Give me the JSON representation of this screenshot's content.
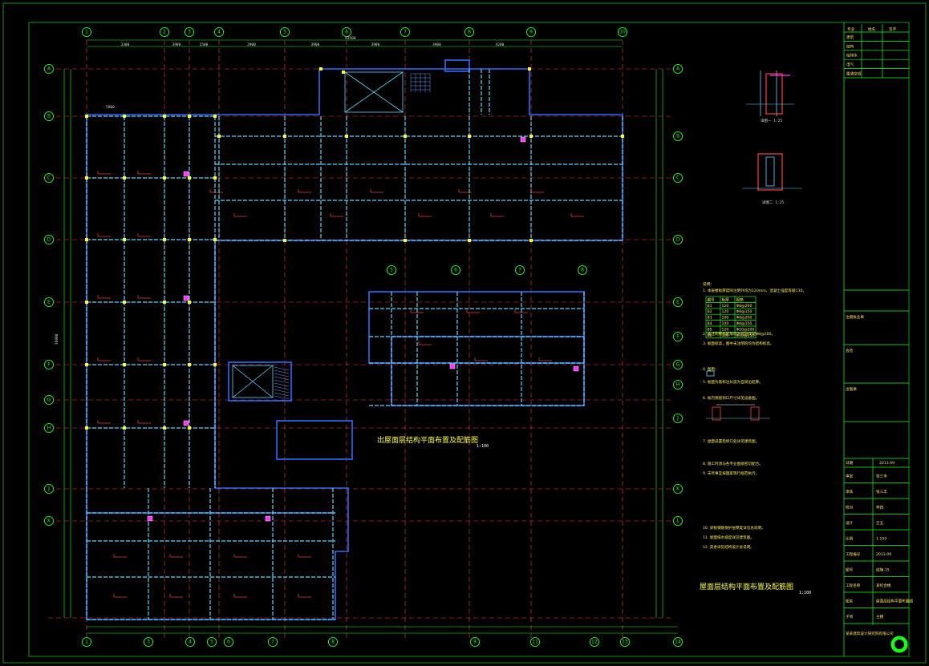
{
  "drawing": {
    "plan_titles": [
      "出屋面层结构平面布置及配筋图",
      "屋面层结构平面布置及配筋图"
    ],
    "scale": "1:100",
    "secondary_scale": "1:100",
    "grid_labels_top": [
      "1",
      "2",
      "3",
      "4",
      "5",
      "6",
      "7",
      "8",
      "9",
      "10"
    ],
    "grid_labels_bottom": [
      "1",
      "3",
      "4",
      "5",
      "6",
      "7",
      "8",
      "9",
      "11",
      "12",
      "13",
      "14"
    ],
    "grid_labels_left": [
      "A",
      "B",
      "C",
      "D",
      "E",
      "F",
      "G",
      "H",
      "J",
      "K"
    ],
    "grid_labels_right": [
      "A",
      "B",
      "C",
      "D",
      "E",
      "F",
      "G",
      "H",
      "J",
      "K",
      "L"
    ],
    "inset_grid_labels": [
      "5",
      "6",
      "7",
      "8"
    ],
    "overall_width_dim": "43500",
    "overall_height_dim": "36000",
    "bay_dims_top": [
      "3300",
      "3900",
      "1500",
      "3900",
      "3900",
      "3900",
      "3900",
      "4200"
    ],
    "dim_label": "5800"
  },
  "detail_views": [
    "详图一 1:25",
    "详图二 1:25"
  ],
  "notes": {
    "heading": "说明：",
    "items": [
      "1. 本层楼板厚度除注明外均为120mm，混凝土强度等级C30。",
      "2. 未注明楼板配筋均为双层双向Φ8@200。",
      "3. 板面标高，图中未注明的均为结构标高。",
      "4. 图例：",
      "5. 板面负筋标注长度为自梁边起算。",
      "6. 板内预留洞口尺寸详见设备图。",
      "7. 屋面设置检修口处详见建筑图。",
      "8. 施工时须与各专业图纸密切配合。",
      "9. 未尽事宜按国家现行规范执行。",
      "10. 梁板钢筋保护层厚度详见总说明。",
      "11. 屋面排水坡度详见建筑图。",
      "12. 其余详见结构设计总说明。"
    ],
    "table_header": [
      "编号",
      "板厚",
      "配筋"
    ],
    "table_rows": [
      [
        "B1",
        "120",
        "Φ8@200"
      ],
      [
        "B2",
        "120",
        "Φ8@150"
      ],
      [
        "B3",
        "100",
        "Φ8@200"
      ],
      [
        "B4",
        "100",
        "Φ8@150"
      ],
      [
        "B5",
        "120",
        "Φ10@200"
      ],
      [
        "B6",
        "120",
        "Φ10@150"
      ]
    ]
  },
  "title_block": {
    "header": [
      "专业",
      "姓名",
      "签字"
    ],
    "rows_top": [
      "建筑",
      "结构",
      "给排水",
      "电气",
      "暖通空调"
    ],
    "labels_mid": [
      "注册执业章",
      "会签",
      "出图章"
    ],
    "date_label": "日期",
    "date": "2013.09",
    "rows_bottom": [
      [
        "审定",
        "张三丰"
      ],
      [
        "审核",
        "张三丰"
      ],
      [
        "校对",
        "李四"
      ],
      [
        "设计",
        "王五"
      ],
      [
        "比例",
        "1:100"
      ],
      [
        "工程编号",
        "2013-09"
      ],
      [
        "图号",
        "结施-15"
      ],
      [
        "工程名称",
        "某综合楼"
      ],
      [
        "图名",
        "屋面层结构平面布置图"
      ],
      [
        "子项",
        "主楼"
      ]
    ],
    "company": "某某建筑设计研究院有限公司"
  },
  "colors": {
    "background": "#000000",
    "frame": "#16ff16",
    "wall": "#2d6bff",
    "beam": "#5ad8ff",
    "grid": "#ff3b3b",
    "text": "#ffee55",
    "column": "#ffff33"
  }
}
